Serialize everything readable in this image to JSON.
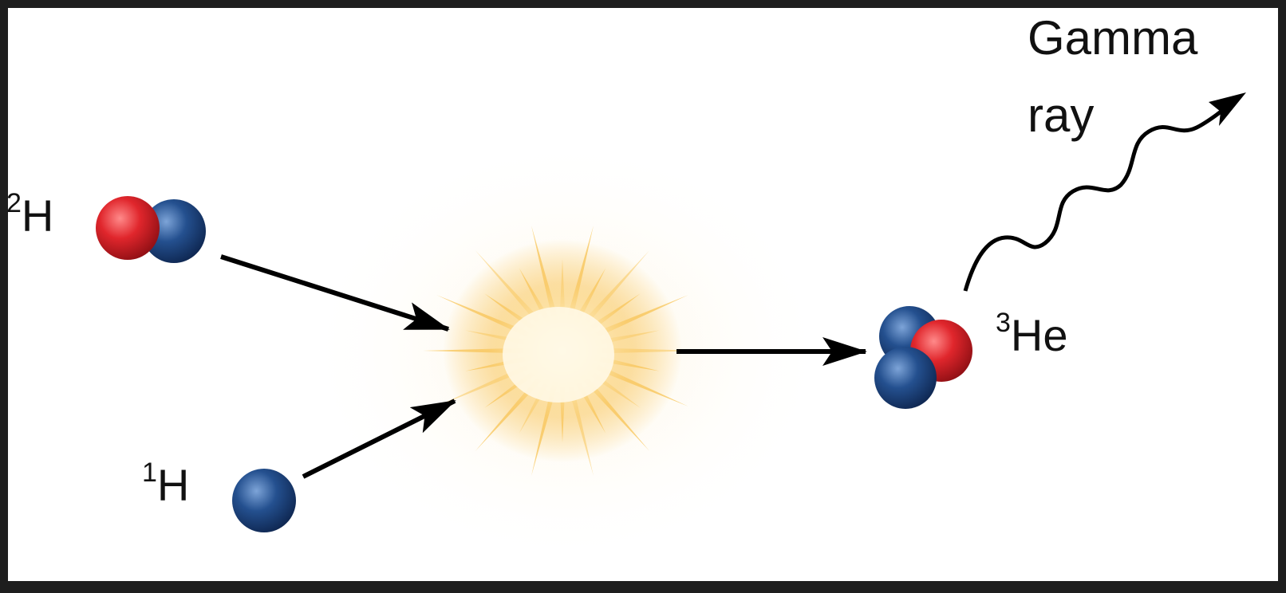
{
  "labels": {
    "deuterium": {
      "sup": "2",
      "symbol": "H"
    },
    "protium": {
      "sup": "1",
      "symbol": "H"
    },
    "helium3": {
      "sup": "3",
      "symbol": "He"
    },
    "gamma_line1": "Gamma",
    "gamma_line2": "ray"
  },
  "colors": {
    "proton": "#d8232a",
    "neutron": "#1f4a86",
    "arrow": "#000000",
    "flash": "#f7b733",
    "background": "#ffffff",
    "frame": "#1e1e1e"
  }
}
